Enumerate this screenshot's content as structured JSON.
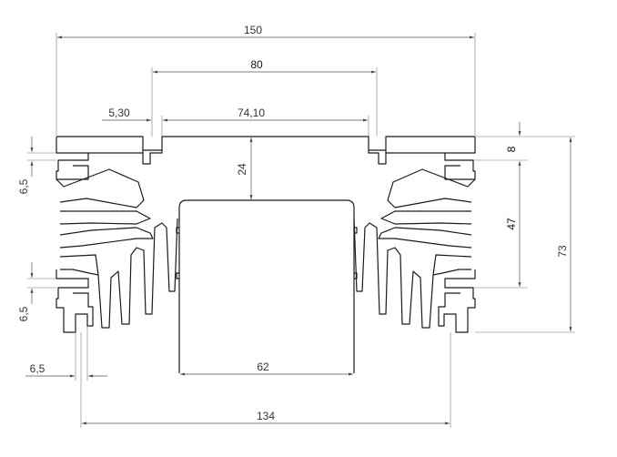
{
  "dimensions": {
    "overall_width": "150",
    "top_span": "80",
    "small_offset": "5,30",
    "inner_span": "74,10",
    "top_gap": "24",
    "slot_height_right": "8",
    "mid_height_right": "47",
    "total_height_right": "73",
    "slot_height_left_top": "6,5",
    "slot_height_left_bottom": "6,5",
    "foot_width": "6,5",
    "base_width": "62",
    "foot_span": "134"
  }
}
